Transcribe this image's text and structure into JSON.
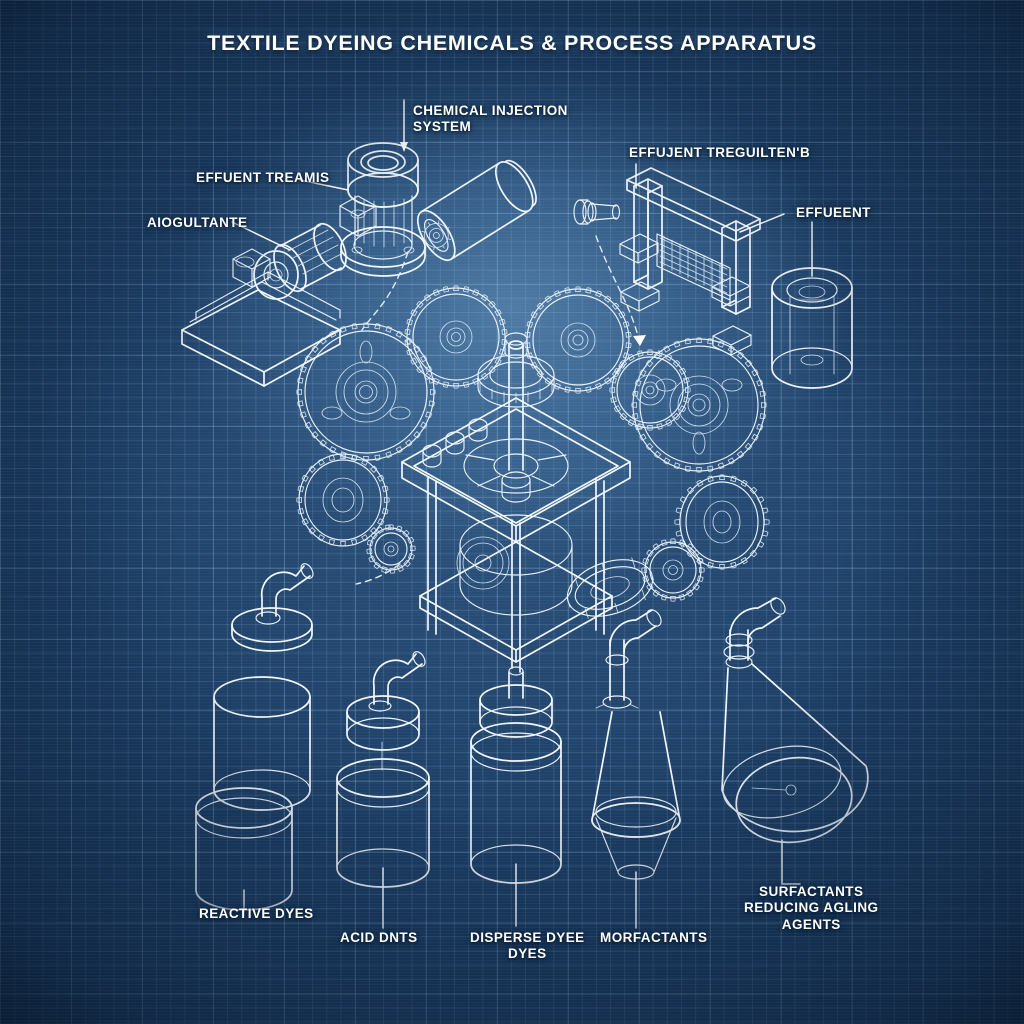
{
  "document": {
    "type": "blueprint-technical-illustration",
    "title": "TEXTILE DYEING CHEMICALS & PROCESS APPARATUS",
    "style": "isometric white line-art on blue gridded blueprint background"
  },
  "colors": {
    "background_navy": "#1c3d64",
    "background_deep": "#0d2744",
    "grid_line": "#96c3e6",
    "glow_highlight": "#76aad6",
    "line_art": "#f2f7fc",
    "label_text": "#ffffff"
  },
  "labels": {
    "top_center": {
      "text": "CHEMICAL INJECTION\nSYSTEM"
    },
    "upper_left": {
      "text": "EFFUENT TREAMIS"
    },
    "left": {
      "text": "AIOGULTANTE"
    },
    "upper_right": {
      "text": "EFFUJENT TREGUILTEN'B"
    },
    "right": {
      "text": "EFFUEENT"
    },
    "bottom_1": {
      "text": "REACTIVE DYES"
    },
    "bottom_2": {
      "text": "ACID DNTS"
    },
    "bottom_3": {
      "text": "DISPERSE DYEE\nDYES"
    },
    "bottom_4": {
      "text": "MORFACTANTS"
    },
    "bottom_5": {
      "text": "SURFACTANTS\nREDUCING AGLING\nAGENTS"
    }
  },
  "components": [
    {
      "name": "chemical-injection-motor",
      "description": "vertical finned motor with flanged cap and circular intake port"
    },
    {
      "name": "horizontal-pressure-tank",
      "description": "horizontal cylindrical vessel with geared end fitting"
    },
    {
      "name": "coagulant-pump-skid",
      "description": "motor-pump mounted on rectangular base platform"
    },
    {
      "name": "effluent-filter-frame",
      "description": "upright rectangular screen / mesh filter in frame with feet"
    },
    {
      "name": "effluent-holding-vessel",
      "description": "vertical cylindrical tank with bolted top lid"
    },
    {
      "name": "bolt-fastener",
      "description": "small hex bolt detail"
    },
    {
      "name": "central-reactor-housing",
      "description": "square isometric machine frame with drive shaft and impeller hub"
    },
    {
      "name": "gear-train",
      "description": "ring of meshing spur gears surrounding the reactor"
    },
    {
      "name": "reactive-dye-drum",
      "description": "cylindrical drum with separate lid and bent inlet pipe"
    },
    {
      "name": "acid-dye-drum",
      "description": "cylindrical drum with separate lid and bent inlet pipe"
    },
    {
      "name": "disperse-dye-drum",
      "description": "cylindrical drum with lid and feed pipe"
    },
    {
      "name": "surfactant-flask-left",
      "description": "conical flask with collared neck and feed pipe"
    },
    {
      "name": "surfactant-flask-right",
      "description": "large tilted conical flask with collared neck and feed pipe"
    }
  ]
}
